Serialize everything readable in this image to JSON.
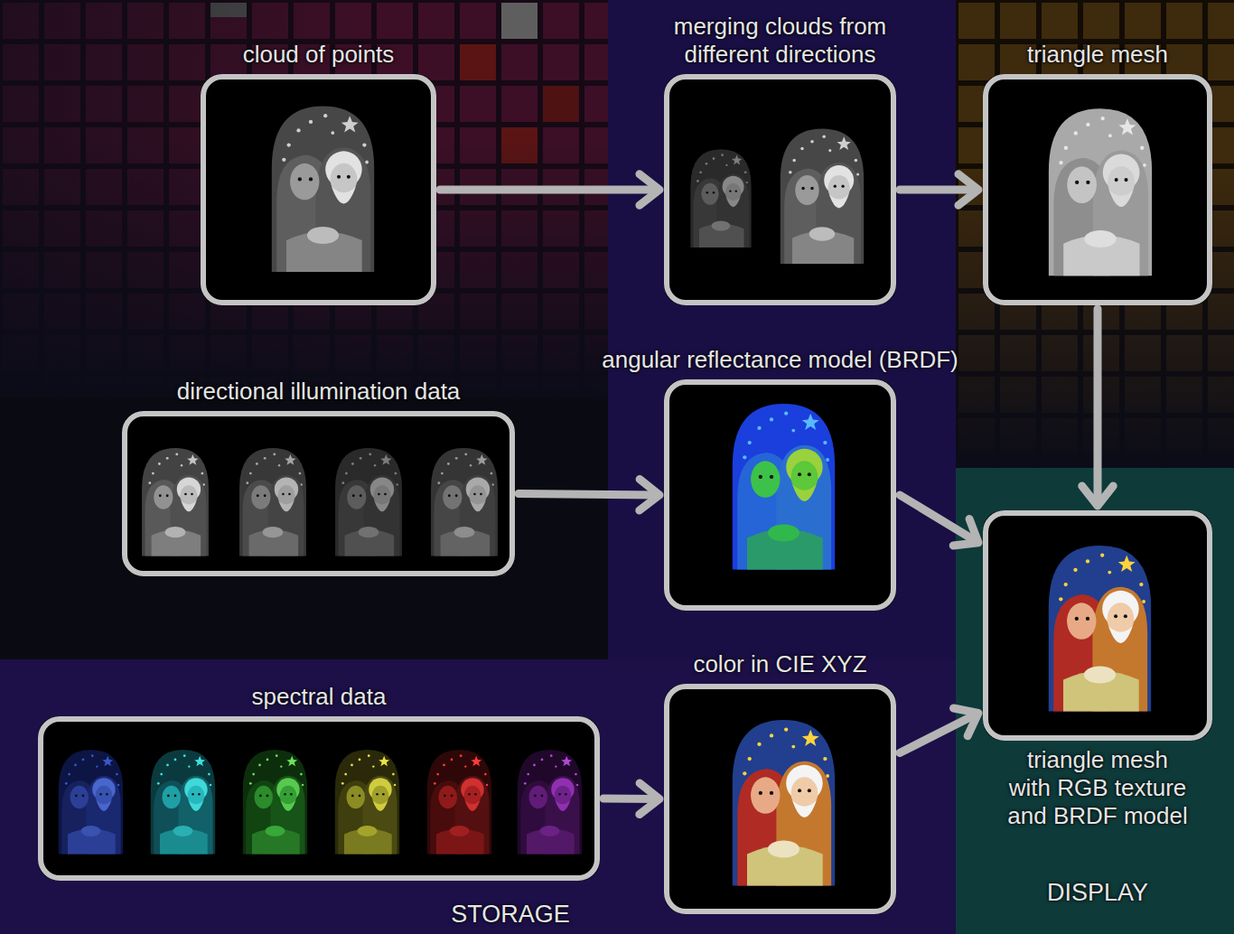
{
  "diagram": {
    "nodes": [
      {
        "text": [
          "cloud of points"
        ]
      },
      {
        "text": [
          "merging clouds from different directions"
        ]
      },
      {
        "text": [
          "triangle mesh"
        ]
      },
      {
        "text": [
          "directional illumination data"
        ]
      },
      {
        "text": [
          "angular reflectance model (BRDF)"
        ]
      },
      {
        "text": [
          "STORAGE"
        ]
      },
      {
        "text": [
          "spectral data"
        ],
        "in": 5
      },
      {
        "text": [
          "color in CIE XYZ"
        ],
        "in": 5
      },
      {
        "text": [
          "DISPLAY"
        ]
      },
      {
        "text": [
          "triangle mesh with RGB texture and BRDF model"
        ],
        "in": 8
      }
    ],
    "edges": [
      {
        "from": 0,
        "to": 1,
        "arrow": "to"
      },
      {
        "from": 1,
        "to": 2,
        "arrow": "to"
      },
      {
        "from": 2,
        "to": 9,
        "arrow": "to"
      },
      {
        "from": 3,
        "to": 4,
        "arrow": "to"
      },
      {
        "from": 4,
        "to": 9,
        "arrow": "to"
      },
      {
        "from": 6,
        "to": 7,
        "arrow": "to"
      },
      {
        "from": 7,
        "to": 9,
        "arrow": "to"
      }
    ]
  }
}
